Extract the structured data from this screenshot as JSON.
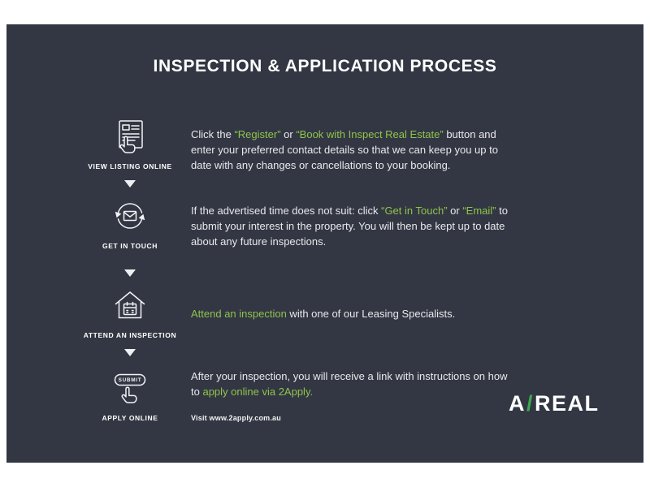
{
  "title": "INSPECTION & APPLICATION PROCESS",
  "colors": {
    "background": "#333743",
    "accent_green": "#8fc34c",
    "logo_slash_green": "#3fa94f",
    "body_text": "#e8e9ec"
  },
  "steps": [
    {
      "label": "VIEW LISTING ONLINE",
      "icon": "listing-document-hand-icon",
      "desc": [
        {
          "t": "Click the "
        },
        {
          "t": "“Register”",
          "green": true
        },
        {
          "t": " or "
        },
        {
          "t": "“Book with Inspect Real Estate”",
          "green": true
        },
        {
          "t": " button and enter your preferred contact details so that we can keep you up to date with any changes or cancellations to your booking."
        }
      ]
    },
    {
      "label": "GET IN TOUCH",
      "icon": "envelope-sync-icon",
      "desc": [
        {
          "t": "If the advertised time does not suit: click "
        },
        {
          "t": "“Get in Touch”",
          "green": true
        },
        {
          "t": " or "
        },
        {
          "t": "“Email”",
          "green": true
        },
        {
          "t": " to submit your interest in the property. You will then be kept up to date about any future inspections."
        }
      ]
    },
    {
      "label": "ATTEND AN INSPECTION",
      "icon": "house-calendar-icon",
      "desc": [
        {
          "t": "Attend an inspection",
          "green": true
        },
        {
          "t": " with one of our Leasing Specialists."
        }
      ]
    },
    {
      "label": "APPLY ONLINE",
      "icon": "submit-button-hand-icon",
      "desc": [
        {
          "t": "After your inspection, you will receive a link with instructions on how to "
        },
        {
          "t": "apply online via 2Apply.",
          "green": true
        }
      ],
      "note": "Visit www.2apply.com.au"
    }
  ],
  "submit_button_label": "SUBMIT",
  "logo": {
    "part1": "A",
    "slash": "/",
    "part2": "REAL"
  }
}
